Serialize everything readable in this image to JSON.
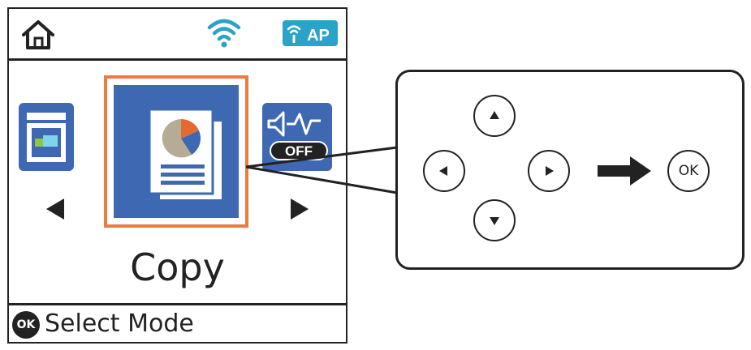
{
  "statusbar": {
    "home_icon": "home-icon",
    "wifi_icon": "wifi-icon",
    "ap_badge_label": "AP",
    "ap_icon": "wifi-direct-ap-icon"
  },
  "modes": {
    "left": {
      "icon": "scan-icon"
    },
    "center": {
      "icon": "copy-icon",
      "label": "Copy"
    },
    "right": {
      "icon": "sound-off-icon",
      "badge_text": "OFF"
    },
    "prev_icon": "triangle-left-icon",
    "next_icon": "triangle-right-icon"
  },
  "footer": {
    "ok_badge": "OK",
    "hint": "Select Mode"
  },
  "control_panel": {
    "up_icon": "up-arrow-icon",
    "down_icon": "down-arrow-icon",
    "left_icon": "left-arrow-icon",
    "right_icon": "right-arrow-icon",
    "then_icon": "right-arrow-bold-icon",
    "ok_label": "OK"
  },
  "colors": {
    "mode_blue": "#3e68b1",
    "selection_orange": "#ed7a3e",
    "ink": "#222222",
    "ap_teal": "#2aa3c8",
    "wifi_teal": "#2aa3c8"
  }
}
